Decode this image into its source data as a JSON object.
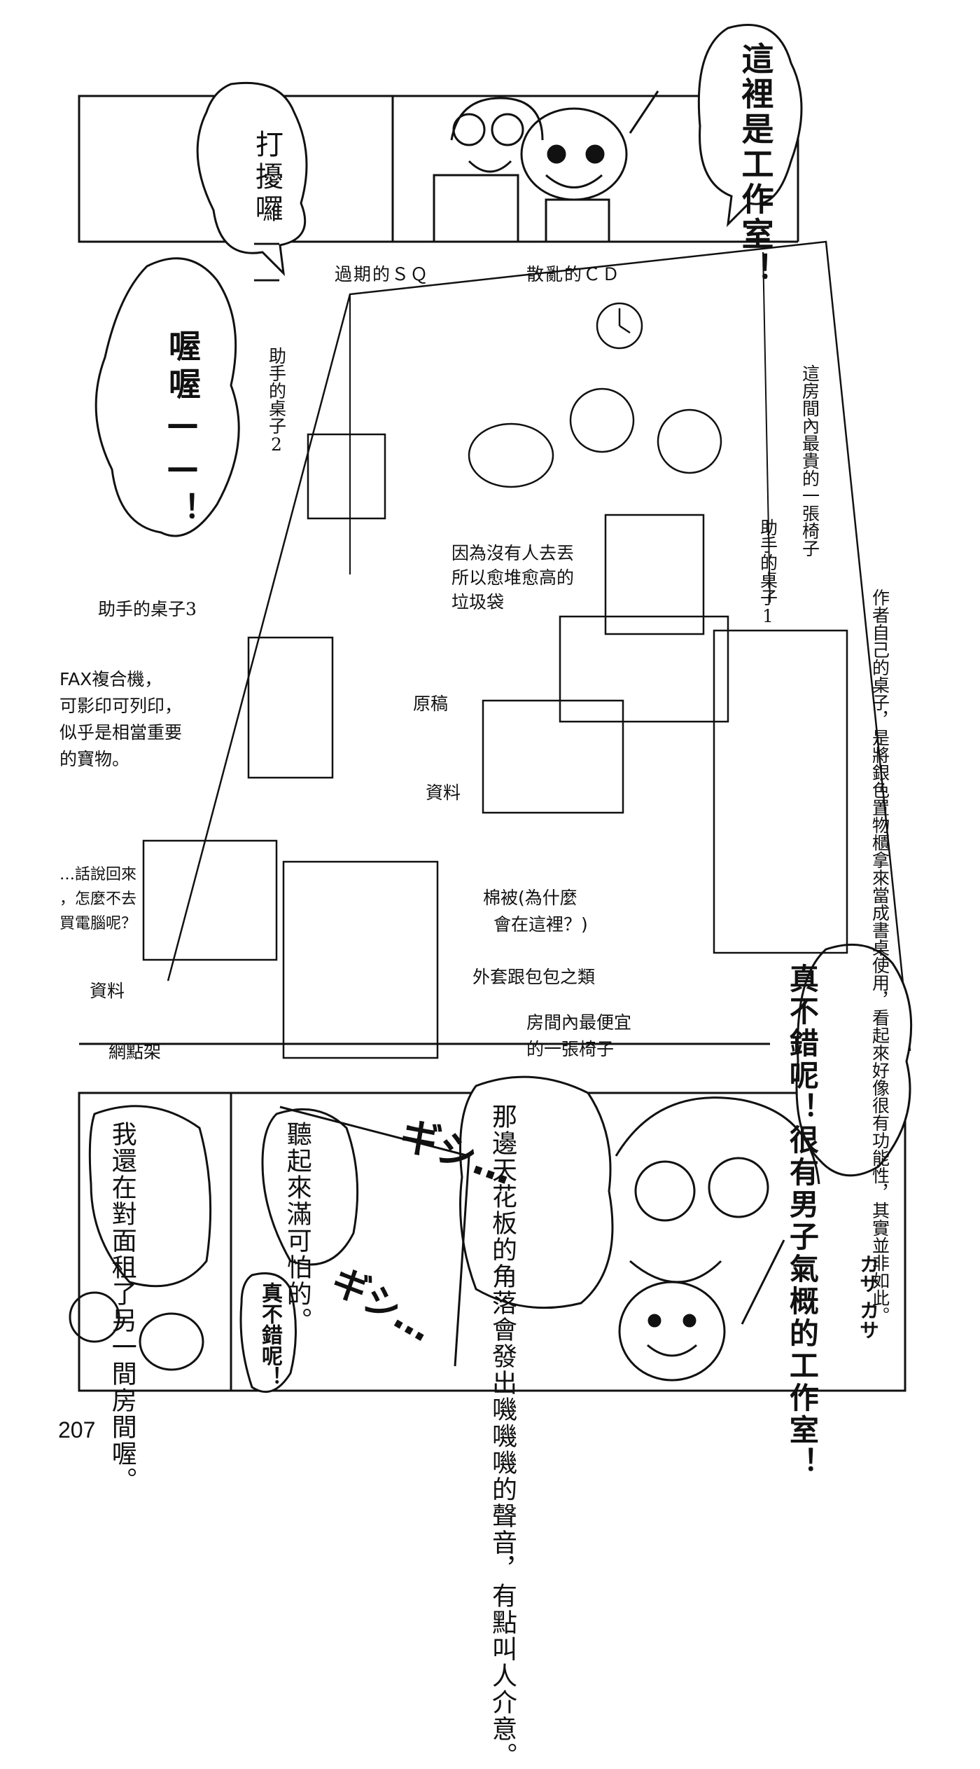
{
  "page_number": "207",
  "panel_top": {
    "bubble_studio": "這裡是工作室！",
    "bubble_bother": "打擾囉——",
    "bubble_oh": "喔喔——！"
  },
  "room_labels": {
    "sq": "過期的ＳＱ",
    "cd": "散亂的ＣＤ",
    "desk2": "助手的桌子2",
    "chair_expensive": "這房間內最貴的一張椅子",
    "garbage_line1": "因為沒有人去丟",
    "garbage_line2": "所以愈堆愈高的",
    "garbage_line3": "垃圾袋",
    "desk3": "助手的桌子3",
    "desk1": "助手的桌子1",
    "author_desk": "作者自己的桌子，是將銀色置物櫃拿來當成書桌使用，看起來好像很有功能性，其實並非如此。",
    "fax_line1": "FAX複合機，",
    "fax_line2": "可影印可列印，",
    "fax_line3": "似乎是相當重要",
    "fax_line4": "的寶物。",
    "manuscript": "原稿",
    "materials_center": "資料",
    "quilt_line1": "棉被(為什麼",
    "quilt_line2": "會在這裡？)",
    "computer_line1": "…話說回來",
    "computer_line2": "，怎麼不去",
    "computer_line3": "買電腦呢？",
    "coats": "外套跟包包之類",
    "materials_left": "資料",
    "cheap_chair_line1": "房間內最便宜",
    "cheap_chair_line2": "的一張椅子",
    "screentone_rack": "網點架"
  },
  "panel_right": {
    "bubble_manly": "真不錯呢！很有男子氣概的工作室！",
    "sfx_kasa": "カサ カサ"
  },
  "panel_bottom": {
    "bubble_ceiling": "那邊天花板的角落會發出嘰嘰嘰的聲音，有點叫人介意。",
    "bubble_scary": "聽起來滿可怕的。",
    "bubble_nice": "真不錯呢！",
    "bubble_room": "我還在對面租了另一間房間喔。",
    "sfx_gi1": "ギシ…",
    "sfx_gi2": "ギシ…"
  }
}
